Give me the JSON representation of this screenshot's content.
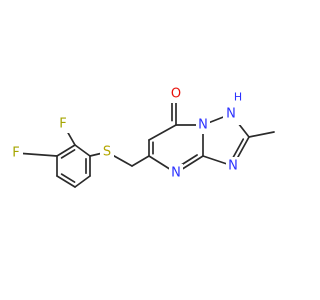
{
  "molecule": {
    "atom_colors": {
      "C": "#2b2b2b",
      "N": "#2b31ff",
      "O": "#e8120b",
      "S": "#b3a600",
      "F": "#a5a500"
    },
    "labels": {
      "o": "O",
      "s": "S",
      "f1": "F",
      "f2": "F",
      "n_top": "N",
      "nh": "N",
      "h": "H",
      "n_bottom": "N",
      "n_right": "N"
    }
  }
}
